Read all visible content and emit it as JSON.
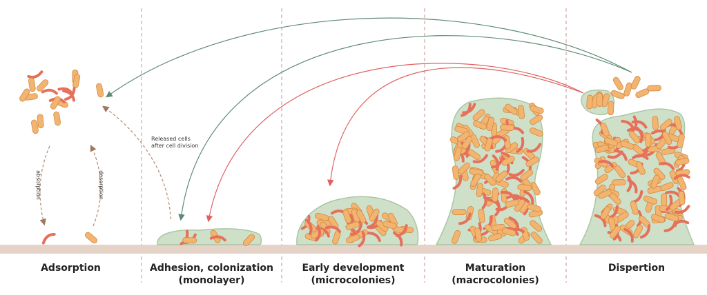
{
  "stages": [
    {
      "line1": "Adsorption",
      "line2": ""
    },
    {
      "line1": "Adhesion, colonization",
      "line2": "(monolayer)"
    },
    {
      "line1": "Early development",
      "line2": "(microcolonies)"
    },
    {
      "line1": "Maturation",
      "line2": "(macrocolonies)"
    },
    {
      "line1": "Dispertion",
      "line2": ""
    }
  ],
  "annotations": {
    "absorption": "absorption",
    "desorption": "desorption",
    "released_1": "Released cells",
    "released_2": "after cell division"
  },
  "colors": {
    "surface": "#e5d3c8",
    "matrix": "#cfe0c9",
    "rod_bacteria": "#f2b46f",
    "curved_bacteria": "#e6705a",
    "green_arrow": "#5e8a73",
    "red_arrow": "#e06060",
    "dashed_arrow": "#b08a70",
    "divider": "#c99090"
  }
}
